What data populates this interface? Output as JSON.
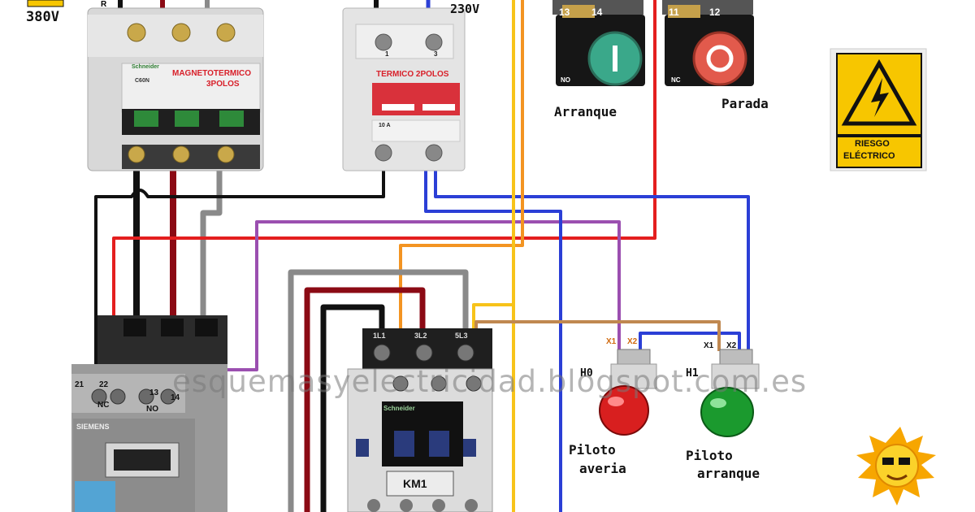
{
  "supply": {
    "voltage_3ph": "380V",
    "voltage_1ph": "230V",
    "phase_r": "R"
  },
  "breaker": {
    "brand": "Schneider",
    "model": "C60N",
    "title": "MAGNETOTERMICO",
    "subtitle": "3POLOS"
  },
  "thermal": {
    "title": "TERMICO 2POLOS",
    "terminal_1": "1",
    "terminal_3": "3",
    "rating": "10 A"
  },
  "start_button": {
    "label": "Arranque",
    "terminal_a": "13",
    "terminal_b": "14",
    "contact": "NO"
  },
  "stop_button": {
    "label": "Parada",
    "terminal_a": "11",
    "terminal_b": "12",
    "contact": "NC"
  },
  "warning_sign": {
    "line1": "RIESGO",
    "line2": "ELÉCTRICO"
  },
  "relay": {
    "brand": "SIEMENS",
    "t21": "21",
    "t22": "22",
    "nc": "NC",
    "t13": "13",
    "t14": "14",
    "no": "NO"
  },
  "contactor": {
    "label": "KM1",
    "brand": "Schneider",
    "t1": "1L1",
    "t3": "3L2",
    "t5": "5L3"
  },
  "pilot_fault": {
    "id": "H0",
    "x1": "X1",
    "x2": "X2",
    "label_line1": "Piloto",
    "label_line2": "averia"
  },
  "pilot_start": {
    "id": "H1",
    "x1": "X1",
    "x2": "X2",
    "label_line1": "Piloto",
    "label_line2": "arranque"
  },
  "watermark": "esquemasyelectricidad.blogspot.com.es",
  "colors": {
    "phase_black": "#111111",
    "phase_red": "#8b0a14",
    "phase_grey": "#8a8a8a",
    "wire_blue": "#2b3fd6",
    "wire_red": "#e41e1e",
    "wire_orange": "#f39422",
    "wire_yellow": "#f7c31a",
    "wire_purple": "#9b4fb0",
    "wire_brown": "#c08850",
    "warning_yellow": "#f7c600"
  }
}
